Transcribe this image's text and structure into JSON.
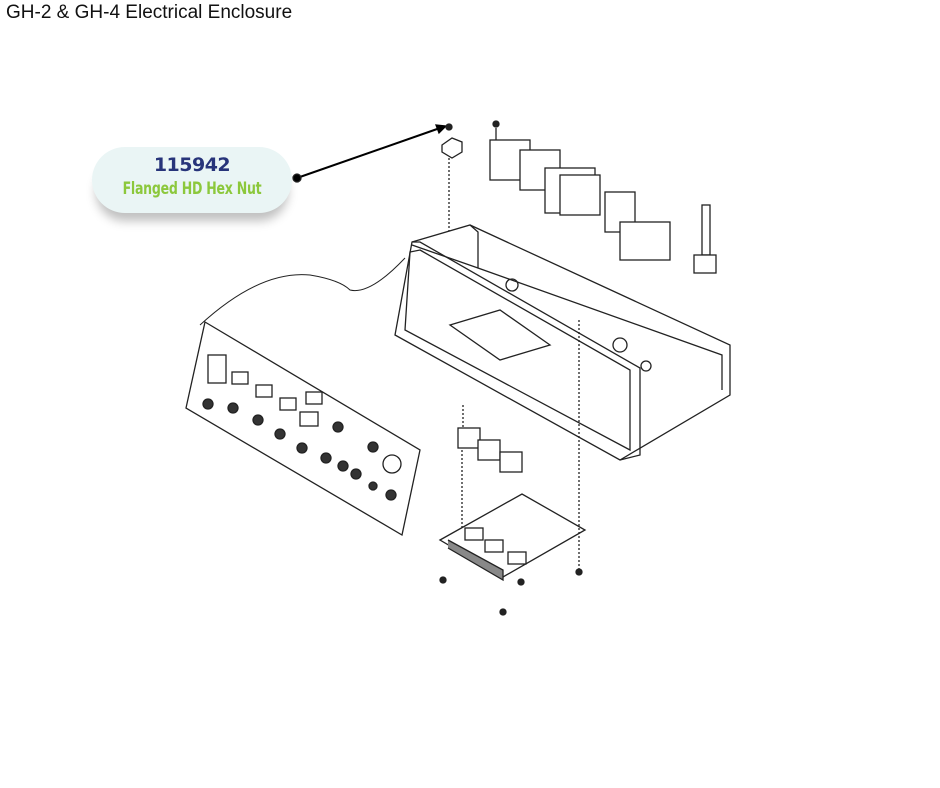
{
  "title": "GH-2 & GH-4 Electrical Enclosure",
  "callout": {
    "part_number": "115942",
    "part_name": "Flanged HD Hex Nut",
    "number_color": "#27347a",
    "name_color": "#8cc83c"
  }
}
